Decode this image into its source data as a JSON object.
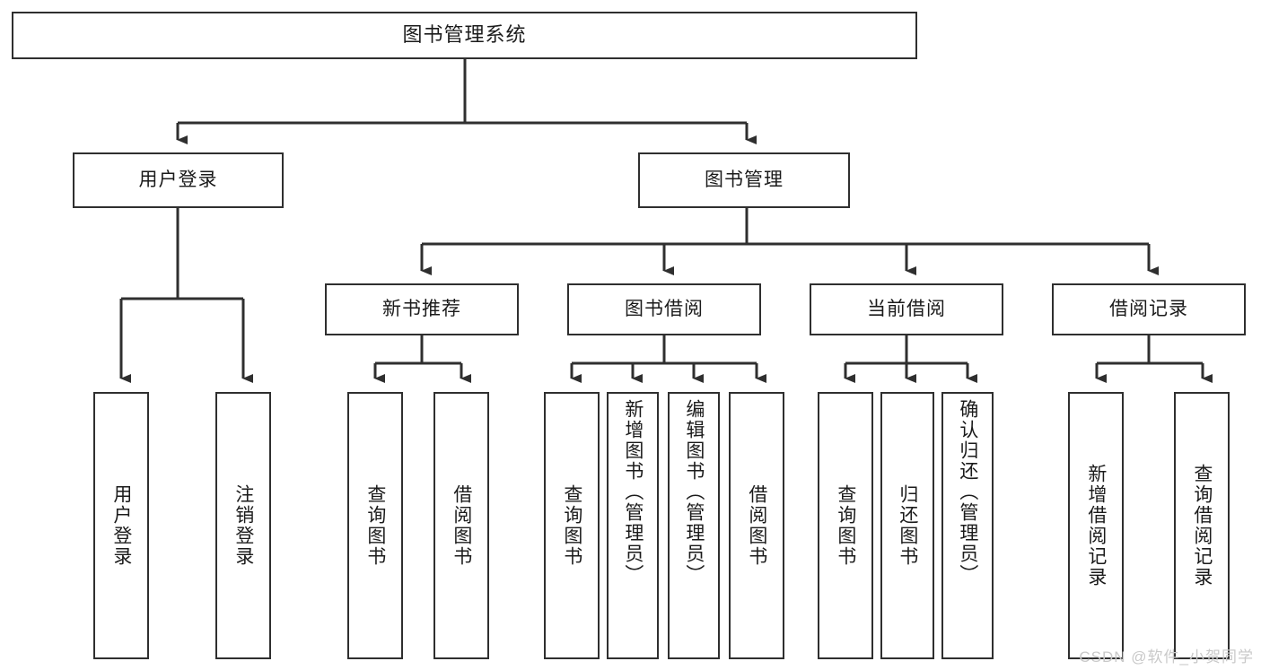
{
  "diagram": {
    "type": "tree",
    "title": "图书管理系统",
    "root": {
      "label": "图书管理系统"
    },
    "level1": [
      {
        "label": "用户登录"
      },
      {
        "label": "图书管理"
      }
    ],
    "level2": [
      {
        "label": "新书推荐"
      },
      {
        "label": "图书借阅"
      },
      {
        "label": "当前借阅"
      },
      {
        "label": "借阅记录"
      }
    ],
    "leaves": {
      "user_login": [
        {
          "label": "用户登录"
        },
        {
          "label": "注销登录"
        }
      ],
      "new_book_recommend": [
        {
          "label": "查询图书"
        },
        {
          "label": "借阅图书"
        }
      ],
      "book_borrow": [
        {
          "label": "查询图书"
        },
        {
          "label": "新增图书（管理员）"
        },
        {
          "label": "编辑图书（管理员）"
        },
        {
          "label": "借阅图书"
        }
      ],
      "current_borrow": [
        {
          "label": "查询图书"
        },
        {
          "label": "归还图书"
        },
        {
          "label": "确认归还（管理员）"
        }
      ],
      "borrow_record": [
        {
          "label": "新增借阅记录"
        },
        {
          "label": "查询借阅记录"
        }
      ]
    }
  },
  "watermark": {
    "text": "CSDN @软件_小贺同学"
  },
  "colors": {
    "stroke": "#2f2f2f",
    "fill": "#ffffff",
    "text": "#1b1b1b",
    "watermark": "#c9c9c9"
  }
}
